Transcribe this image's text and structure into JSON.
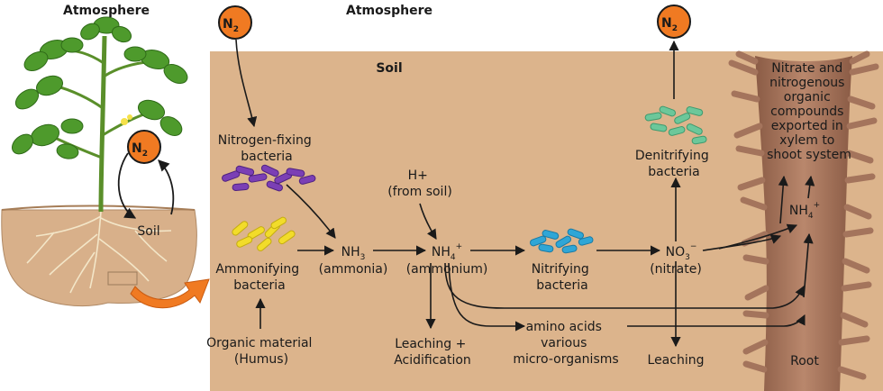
{
  "atmosphere_left": "Atmosphere",
  "atmosphere_top": "Atmosphere",
  "soil_label": "Soil",
  "n2": {
    "main": "N",
    "sub": "2"
  },
  "plant_soil_label": "Soil",
  "nitrogen_fixing": [
    "Nitrogen-fixing",
    "bacteria"
  ],
  "ammonifying": [
    "Ammonifying",
    "bacteria"
  ],
  "organic": [
    "Organic material",
    "(Humus)"
  ],
  "nh3": {
    "main": "NH",
    "sub": "3",
    "name": "(ammonia)"
  },
  "h_plus": [
    "H+",
    "(from soil)"
  ],
  "nh4": {
    "main": "NH",
    "sub": "4",
    "sup": "+",
    "name": "(ammonium)"
  },
  "nitrifying": [
    "Nitrifying",
    "bacteria"
  ],
  "no3": {
    "main": "NO",
    "sub": "3",
    "sup": "−",
    "name": "(nitrate)"
  },
  "denitrifying": [
    "Denitrifying",
    "bacteria"
  ],
  "leaching_acid": [
    "Leaching +",
    "Acidification"
  ],
  "amino": [
    "amino acids",
    "various",
    "micro-organisms"
  ],
  "leaching": "Leaching",
  "nitrate_export": [
    "Nitrate and",
    "nitrogenous",
    "organic",
    "compounds",
    "exported in",
    "xylem to",
    "shoot system"
  ],
  "root_nh4": {
    "main": "NH",
    "sub": "4",
    "sup": "+"
  },
  "root_label": "Root",
  "colors": {
    "soil_panel": "#dcb48c",
    "n2_fill": "#f07a22",
    "nitrogen_fixing_bacteria": "#7b3fb5",
    "ammonifying_bacteria": "#f2dc2a",
    "nitrifying_bacteria": "#2fa6d6",
    "denitrifying_bacteria": "#6cc79a",
    "root": "#a4745c",
    "plant_green": "#4e9a2c"
  }
}
